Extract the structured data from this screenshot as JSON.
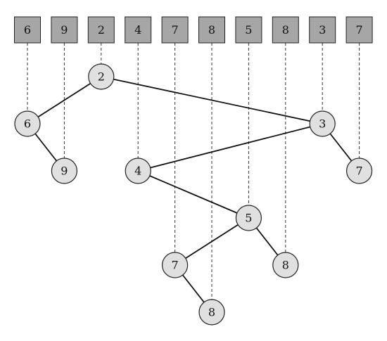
{
  "array": {
    "values": [
      "6",
      "9",
      "2",
      "4",
      "7",
      "8",
      "5",
      "8",
      "3",
      "7"
    ]
  },
  "tree": {
    "nodes": [
      {
        "id": 0,
        "label": "6",
        "index": 0,
        "depth": 1
      },
      {
        "id": 1,
        "label": "9",
        "index": 1,
        "depth": 2
      },
      {
        "id": 2,
        "label": "2",
        "index": 2,
        "depth": 0
      },
      {
        "id": 3,
        "label": "4",
        "index": 3,
        "depth": 2
      },
      {
        "id": 4,
        "label": "7",
        "index": 4,
        "depth": 4
      },
      {
        "id": 5,
        "label": "8",
        "index": 5,
        "depth": 5
      },
      {
        "id": 6,
        "label": "5",
        "index": 6,
        "depth": 3
      },
      {
        "id": 7,
        "label": "8",
        "index": 7,
        "depth": 4
      },
      {
        "id": 8,
        "label": "3",
        "index": 8,
        "depth": 1
      },
      {
        "id": 9,
        "label": "7",
        "index": 9,
        "depth": 2
      }
    ],
    "edges": [
      {
        "from": 2,
        "to": 0
      },
      {
        "from": 2,
        "to": 8
      },
      {
        "from": 0,
        "to": 1
      },
      {
        "from": 8,
        "to": 3
      },
      {
        "from": 8,
        "to": 9
      },
      {
        "from": 3,
        "to": 6
      },
      {
        "from": 6,
        "to": 4
      },
      {
        "from": 6,
        "to": 7
      },
      {
        "from": 4,
        "to": 5
      }
    ]
  },
  "colors": {
    "cell_fill": "#a6a6a6",
    "node_fill": "#e0e0e0",
    "line": "#111111"
  }
}
